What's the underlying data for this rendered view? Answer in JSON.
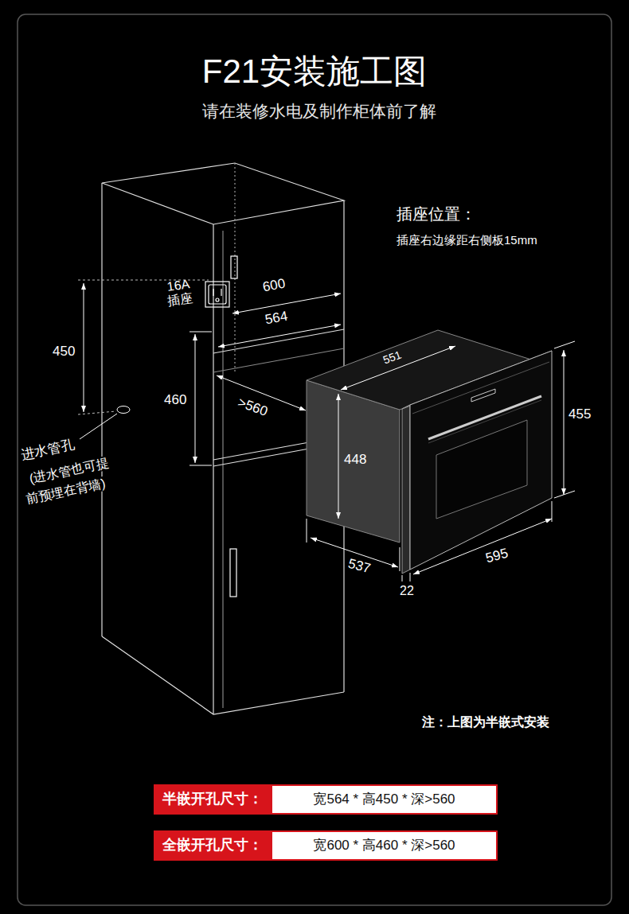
{
  "diagram": {
    "title": "F21安装施工图",
    "nodes": [
      {
        "text": [
          "半嵌开孔尺寸："
        ]
      },
      {
        "text": [
          "宽564 * 高450 * 深>560"
        ]
      },
      {
        "text": [
          "全嵌开孔尺寸："
        ]
      },
      {
        "text": [
          "宽600 * 高460 * 深>560"
        ]
      }
    ],
    "labels": [
      "请在装修水电及制作柜体前了解",
      "插座位置：",
      "插座右边缘距右侧板15mm",
      "16A 插座",
      "600",
      "564",
      "450",
      "460",
      ">560",
      "进水管孔",
      "(进水管也可提",
      "前预埋在背墙)",
      "551",
      "455",
      "448",
      "595",
      "537",
      "22",
      "注：上图为半嵌式安装"
    ]
  }
}
